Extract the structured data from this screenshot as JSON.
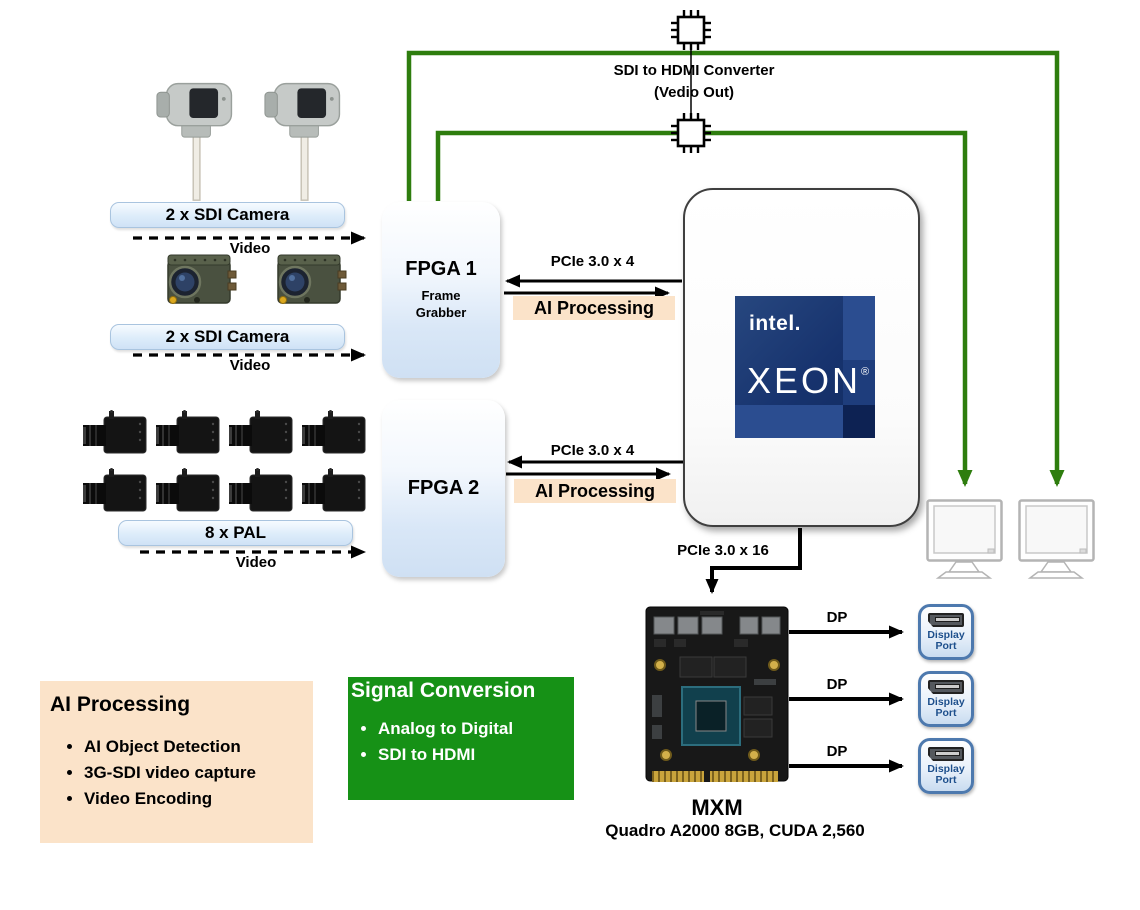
{
  "converter": {
    "name": "SDI to HDMI Converter",
    "sub": "(Vedio Out)"
  },
  "cameras": {
    "sdi_group1": {
      "label": "2 x SDI Camera",
      "flow": "Video"
    },
    "sdi_group2": {
      "label": "2 x SDI Camera",
      "flow": "Video"
    },
    "pal_group": {
      "label": "8 x PAL",
      "flow": "Video"
    }
  },
  "fpga1": {
    "title": "FPGA 1",
    "sub1": "Frame",
    "sub2": "Grabber"
  },
  "fpga2": {
    "title": "FPGA 2"
  },
  "xeon": {
    "brand": "intel.",
    "product": "XEON",
    "reg": "®"
  },
  "links": {
    "pcie4_top": {
      "label": "PCIe 3.0 x 4",
      "tag": "AI Processing"
    },
    "pcie4_bottom": {
      "label": "PCIe 3.0 x 4",
      "tag": "AI Processing"
    },
    "pcie16": {
      "label": "PCIe 3.0 x 16"
    },
    "dp1": "DP",
    "dp2": "DP",
    "dp3": "DP"
  },
  "gpu": {
    "title": "MXM",
    "spec": "Quadro A2000 8GB, CUDA 2,560"
  },
  "dp_icon": {
    "line1": "Display",
    "line2": "Port"
  },
  "legend_ai": {
    "title": "AI Processing",
    "items": [
      "AI Object Detection",
      "3G-SDI video capture",
      "Video Encoding"
    ]
  },
  "legend_signal": {
    "title": "Signal Conversion",
    "items": [
      "Analog to Digital",
      "SDI to HDMI"
    ]
  },
  "colors": {
    "line_green": "#2e7d0e",
    "legend_green": "#169116",
    "peach": "#fbe3c9",
    "fpga_blue": "#cfe0f3",
    "xeon_navy": "#17336e"
  }
}
